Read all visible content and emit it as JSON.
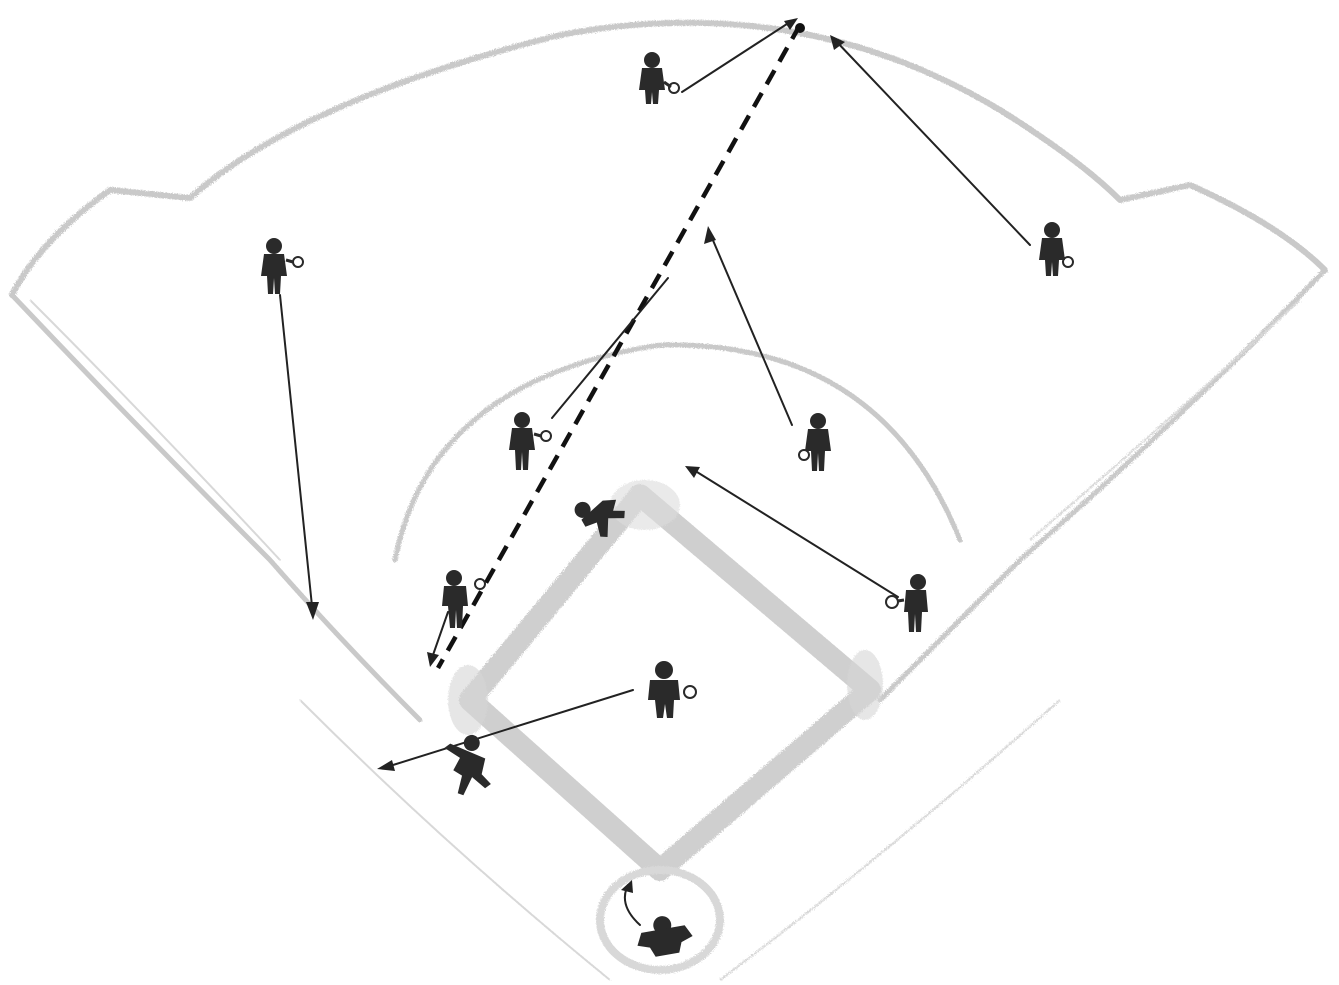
{
  "diagram": {
    "kind": "baseball-field-play-diagram",
    "colors": {
      "field_lines": "#c9c9c9",
      "players": "#2a2a2a",
      "movement_arrows": "#222222",
      "ball_path": "#111111",
      "background": "#ffffff"
    },
    "players": [
      {
        "role": "center-fielder",
        "icon": "fielder-silhouette"
      },
      {
        "role": "left-fielder",
        "icon": "fielder-silhouette"
      },
      {
        "role": "right-fielder",
        "icon": "fielder-silhouette"
      },
      {
        "role": "shortstop",
        "icon": "fielder-silhouette"
      },
      {
        "role": "second-baseman",
        "icon": "fielder-silhouette"
      },
      {
        "role": "runner",
        "icon": "sliding-runner-silhouette"
      },
      {
        "role": "third-baseman",
        "icon": "fielder-silhouette"
      },
      {
        "role": "first-baseman",
        "icon": "fielder-silhouette"
      },
      {
        "role": "pitcher",
        "icon": "fielder-silhouette"
      },
      {
        "role": "batter-runner",
        "icon": "running-figure-silhouette"
      },
      {
        "role": "catcher",
        "icon": "crouching-catcher-silhouette"
      }
    ],
    "paths": [
      {
        "type": "ball-flight",
        "style": "dashed"
      },
      {
        "type": "player-movement",
        "style": "solid-arrow"
      }
    ]
  }
}
